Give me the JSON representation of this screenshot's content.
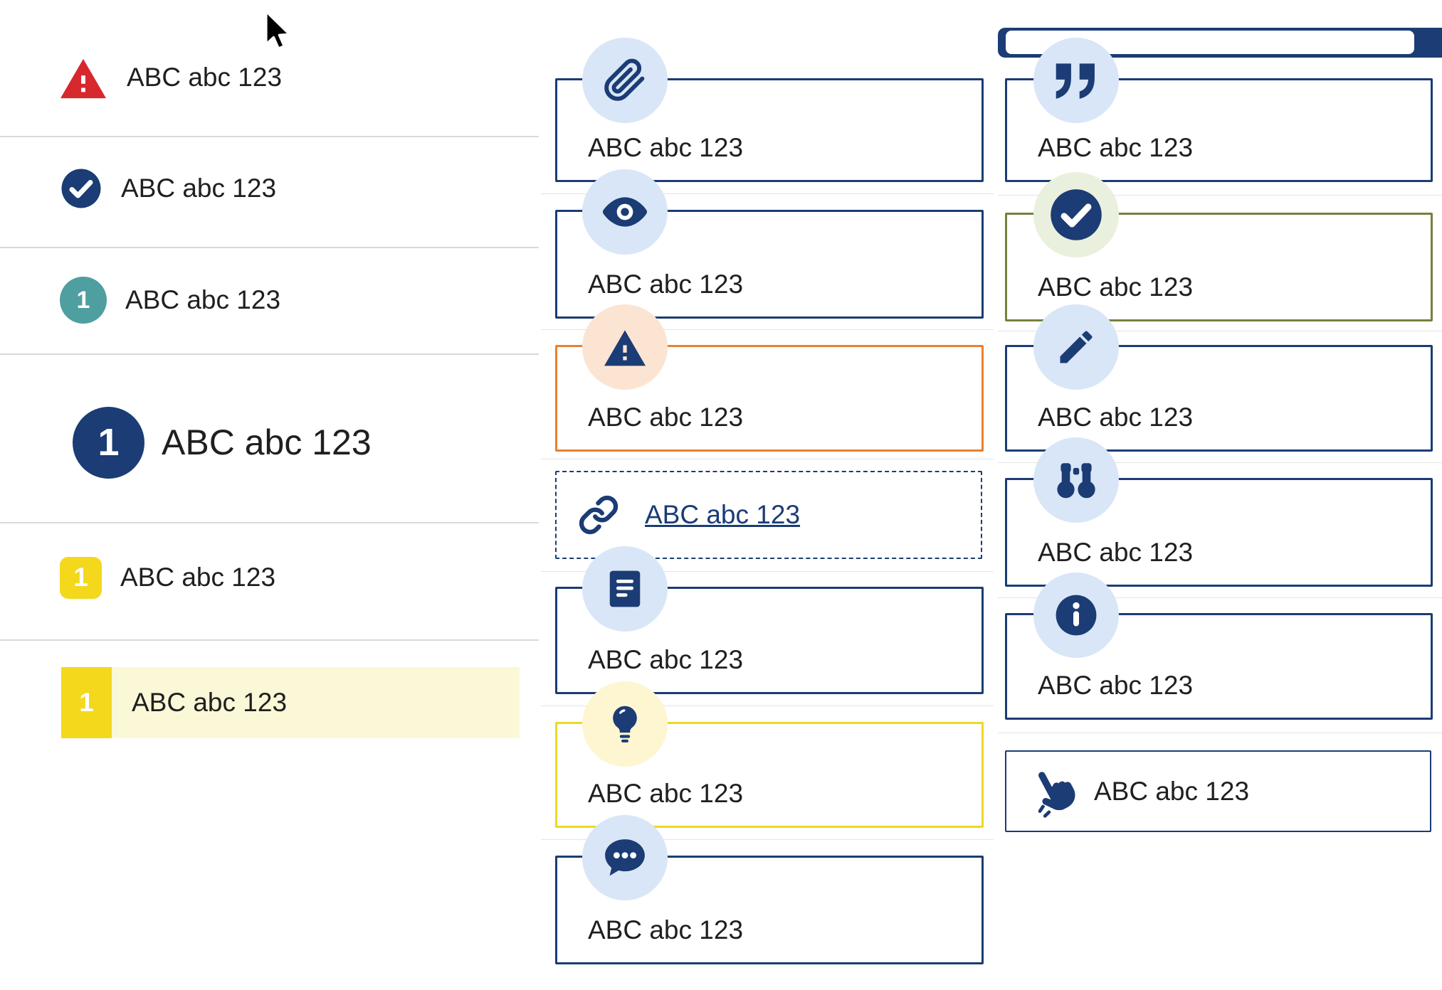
{
  "colors": {
    "navy": "#1b3c74",
    "light_blue": "#d9e6f7",
    "red": "#d7282e",
    "teal": "#4f9fa0",
    "yellow": "#f3d81c",
    "pale_yellow_band": "#fbf8d7",
    "orange": "#e9802e",
    "pale_orange": "#fbe5d2",
    "olive": "#76813c",
    "pale_green": "#eaf0de",
    "pale_yellow_circle": "#fdf6d0"
  },
  "left_list": {
    "items": [
      {
        "icon": "alert-triangle-icon",
        "label": "ABC abc 123"
      },
      {
        "icon": "check-circle-icon",
        "label": "ABC abc 123"
      },
      {
        "icon": "numbered-badge-teal",
        "badge": "1",
        "label": "ABC abc 123"
      },
      {
        "icon": "numbered-badge-navy-large",
        "badge": "1",
        "label": "ABC abc 123"
      },
      {
        "icon": "numbered-badge-yellow",
        "badge": "1",
        "label": "ABC abc 123"
      },
      {
        "icon": "numbered-badge-yellow-highlighted",
        "badge": "1",
        "label": "ABC abc 123"
      }
    ]
  },
  "middle_cards": [
    {
      "icon": "paperclip-icon",
      "variant": "navy",
      "label": "ABC abc 123"
    },
    {
      "icon": "eye-icon",
      "variant": "navy",
      "label": "ABC abc 123"
    },
    {
      "icon": "warning-triangle-icon",
      "variant": "orange",
      "label": "ABC abc 123"
    },
    {
      "icon": "link-icon",
      "variant": "dashed-link",
      "label": "ABC abc 123"
    },
    {
      "icon": "book-icon",
      "variant": "navy",
      "label": "ABC abc 123"
    },
    {
      "icon": "lightbulb-icon",
      "variant": "yellow",
      "label": "ABC abc 123"
    },
    {
      "icon": "chat-ellipsis-icon",
      "variant": "navy",
      "label": "ABC abc 123"
    }
  ],
  "right_cards": [
    {
      "icon": "quote-icon",
      "variant": "navy",
      "label": "ABC abc 123"
    },
    {
      "icon": "check-circle-icon",
      "variant": "olive",
      "label": "ABC abc 123"
    },
    {
      "icon": "pencil-icon",
      "variant": "navy",
      "label": "ABC abc 123"
    },
    {
      "icon": "binoculars-icon",
      "variant": "navy",
      "label": "ABC abc 123"
    },
    {
      "icon": "info-icon",
      "variant": "navy",
      "label": "ABC abc 123"
    },
    {
      "icon": "hand-pointer-icon",
      "variant": "outline",
      "label": "ABC abc 123"
    }
  ]
}
